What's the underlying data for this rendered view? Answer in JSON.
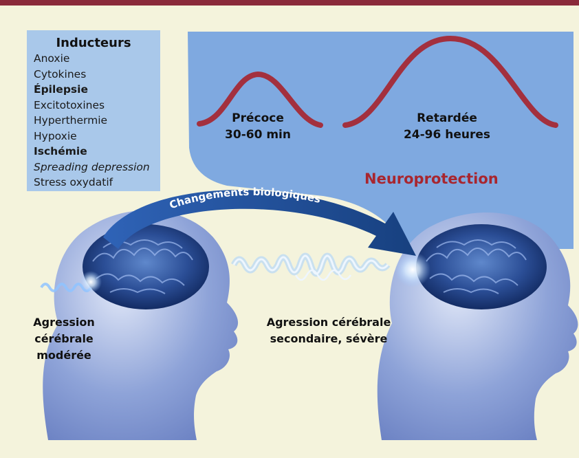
{
  "inducers": {
    "title": "Inducteurs",
    "items": [
      {
        "text": "Anoxie",
        "style": "normal"
      },
      {
        "text": "Cytokines",
        "style": "normal"
      },
      {
        "text": "Épilepsie",
        "style": "bold"
      },
      {
        "text": "Excitotoxines",
        "style": "normal"
      },
      {
        "text": "Hyperthermie",
        "style": "normal"
      },
      {
        "text": "Hypoxie",
        "style": "normal"
      },
      {
        "text": "Ischémie",
        "style": "bold"
      },
      {
        "text": "Spreading depression",
        "style": "italic"
      },
      {
        "text": "Stress oxydatif",
        "style": "normal"
      }
    ]
  },
  "protection": {
    "early_label": "Précoce",
    "early_time": "30-60 min",
    "late_label": "Retardée",
    "late_time": "24-96 heures",
    "title": "Neuroprotection"
  },
  "arrow_label": "Changements biologiques",
  "left_head_caption": {
    "line1": "Agression",
    "line2": "cérébrale",
    "line3": "modérée"
  },
  "right_head_caption": {
    "line1": "Agression cérébrale",
    "line2": "secondaire, sévère"
  },
  "colors": {
    "frame_rule": "#8a2a3a",
    "background": "#f4f3dc",
    "panel_blue": "#7fa9e0",
    "inducers_box": "#a9c8ea",
    "curve": "#a3303e",
    "neuroprotection_text": "#a8262f",
    "arrow": "#1e4f9e"
  }
}
